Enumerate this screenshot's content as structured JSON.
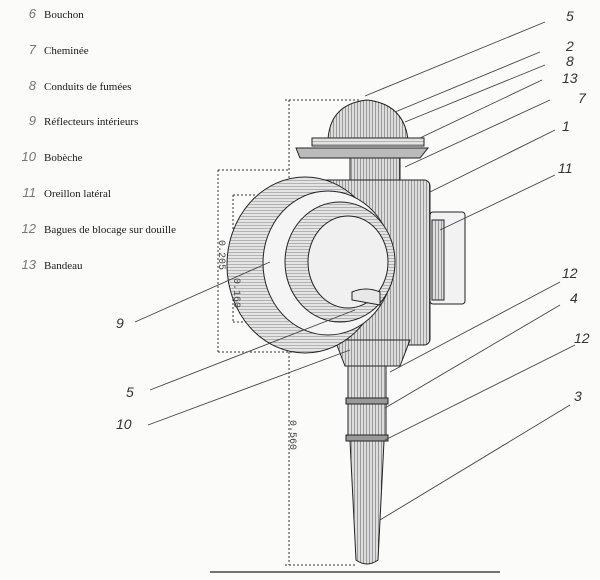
{
  "legend": [
    {
      "num": "6",
      "text": "Bouchon"
    },
    {
      "num": "7",
      "text": "Cheminée"
    },
    {
      "num": "8",
      "text": "Conduits de fumées"
    },
    {
      "num": "9",
      "text": "Réflecteurs intérieurs"
    },
    {
      "num": "10",
      "text": "Bobèche"
    },
    {
      "num": "11",
      "text": "Oreillon latéral"
    },
    {
      "num": "12",
      "text": "Bagues de blocage sur douille"
    },
    {
      "num": "13",
      "text": "Bandeau"
    }
  ],
  "callouts": {
    "right": [
      "5",
      "2",
      "8",
      "13",
      "7",
      "1",
      "11",
      "12",
      "4",
      "12",
      "3"
    ],
    "left": [
      "9",
      "5",
      "10"
    ]
  },
  "dimensions": {
    "outer_diameter": "0.205",
    "inner_diameter": "0.160",
    "height": "0.560"
  }
}
